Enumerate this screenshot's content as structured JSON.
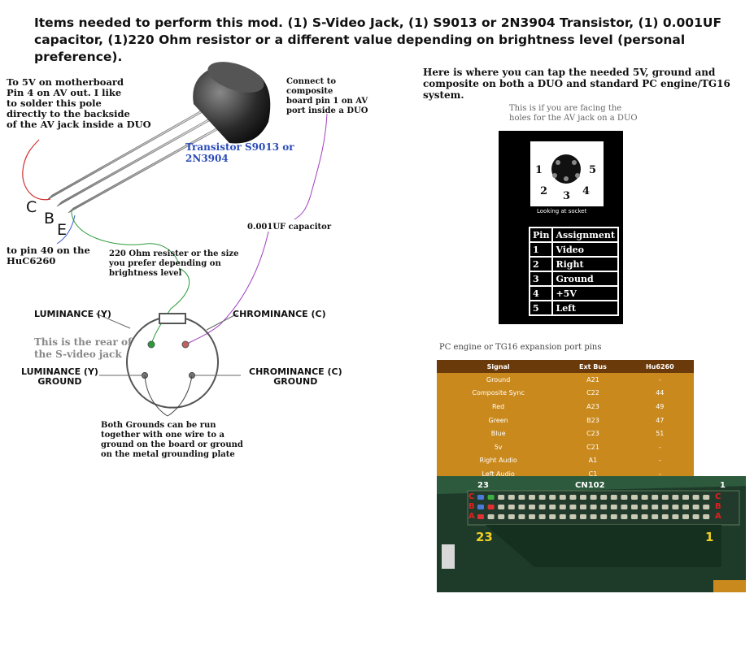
{
  "title": "Items needed to perform this mod. (1) S-Video Jack, (1) S9013 or 2N3904 Transistor, (1) 0.001UF capacitor, (1)220 Ohm resistor or a different value depending on brightness level (personal preference).",
  "left": {
    "to_5v": [
      "To 5V on motherboard",
      "Pin 4 on AV out. I like",
      "to solder this pole",
      "directly to the backside",
      "of the AV jack inside a DUO"
    ],
    "composite": [
      "Connect to",
      "composite",
      "board pin 1 on AV",
      "port inside a DUO"
    ],
    "transistor": [
      "Transistor S9013 or",
      "2N3904"
    ],
    "pin_c": "C",
    "pin_b": "B",
    "pin_e": "E",
    "capacitor": "0.001UF capacitor",
    "to_pin40": [
      "to pin 40 on the",
      "HuC6260"
    ],
    "resistor": [
      "220 Ohm resister or the size",
      "you prefer depending on",
      "brightness level"
    ],
    "lum": "LUMINANCE (Y)",
    "chrom": "CHROMINANCE (C)",
    "rear": [
      "This is the rear of",
      "the S-video jack"
    ],
    "lum_gnd": [
      "LUMINANCE (Y)",
      "GROUND"
    ],
    "chrom_gnd": [
      "CHROMINANCE (C)",
      "GROUND"
    ],
    "grounds_note": [
      "Both Grounds can be run",
      "together with one wire to a",
      "ground on the board or ground",
      "on the metal grounding plate"
    ]
  },
  "right": {
    "tap_text": [
      "Here is where you can tap the needed 5V, ground and",
      "composite on both a DUO and standard PC engine/TG16",
      "system."
    ],
    "facing": [
      "This is if you are facing the",
      "holes for the AV jack on a DUO"
    ],
    "jack_nums": [
      "1",
      "2",
      "3",
      "4",
      "5"
    ],
    "jack_caption": "Looking at socket",
    "pin_table": [
      {
        "pin": "Pin",
        "assign": "Assignment"
      },
      {
        "pin": "1",
        "assign": "Video"
      },
      {
        "pin": "2",
        "assign": "Right"
      },
      {
        "pin": "3",
        "assign": "Ground"
      },
      {
        "pin": "4",
        "assign": "+5V"
      },
      {
        "pin": "5",
        "assign": "Left"
      }
    ],
    "exp_title": "PC engine or TG16 expansion port pins",
    "exp_headers": [
      "Signal",
      "Ext Bus",
      "Hu6260"
    ],
    "exp_rows": [
      [
        "Ground",
        "A21",
        "-"
      ],
      [
        "Composite Sync",
        "C22",
        "44"
      ],
      [
        "Red",
        "A23",
        "49"
      ],
      [
        "Green",
        "B23",
        "47"
      ],
      [
        "Blue",
        "C23",
        "51"
      ],
      [
        "5v",
        "C21",
        "-"
      ],
      [
        "Right Audio",
        "A1",
        "-"
      ],
      [
        "Left Audio",
        "C1",
        "-"
      ]
    ],
    "pcb": {
      "n23_top": "23",
      "cn102": "CN102",
      "n1_top": "1",
      "n23_bottom": "23",
      "n1_bottom": "1",
      "cba_left": [
        "C",
        "B",
        "A"
      ],
      "cba_right": [
        "C",
        "B",
        "A"
      ]
    }
  },
  "colors": {
    "wire_red": "#d23030",
    "wire_purple": "#a040c0",
    "wire_green": "#2a9a3a",
    "wire_blue": "#4060d0",
    "table_header": "#6b3a0a",
    "table_body": "#c9891c",
    "pcb": "#1e3b2a"
  }
}
